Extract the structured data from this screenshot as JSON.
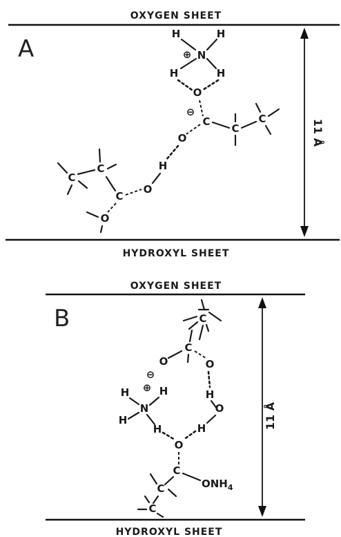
{
  "panel_a": {
    "label": "A",
    "top_sheet": "OXYGEN SHEET",
    "bottom_sheet": "HYDROXYL SHEET",
    "spacing": "11 Å"
  },
  "panel_b": {
    "label": "B",
    "top_sheet": "OXYGEN  SHEET",
    "bottom_sheet": "HYDROXYL  SHEET",
    "spacing": "11 Å"
  },
  "atoms": {
    "h": "H",
    "n": "N",
    "o": "O",
    "c": "C",
    "onh4_main": "ONH",
    "onh4_sub": "4"
  },
  "charges": {
    "plus": "⊕",
    "minus": "⊖"
  }
}
